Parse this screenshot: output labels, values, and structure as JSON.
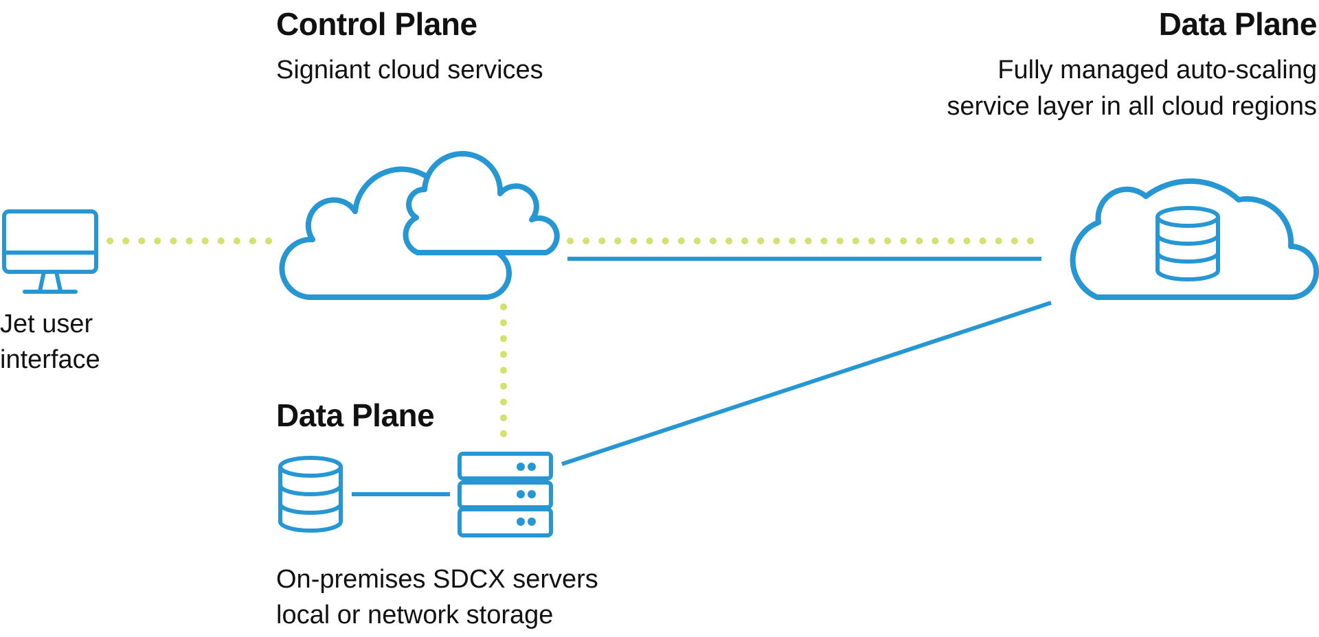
{
  "colors": {
    "accent_blue": "#2697d3",
    "dot_green": "#d3e26e",
    "text": "#111111"
  },
  "control_plane": {
    "title": "Control Plane",
    "subtitle": "Signiant cloud services"
  },
  "cloud_data_plane": {
    "title": "Data Plane",
    "subtitle_lines": [
      "Fully managed auto-scaling",
      "service layer in all cloud regions"
    ]
  },
  "local_data_plane": {
    "title": "Data Plane",
    "caption_lines": [
      "On-premises SDCX servers",
      "local or network storage"
    ]
  },
  "client": {
    "label_lines": [
      "Jet user",
      "interface"
    ]
  },
  "icons": [
    "monitor-icon",
    "cloud-icon",
    "cloud-database-icon",
    "database-icon",
    "server-stack-icon"
  ]
}
